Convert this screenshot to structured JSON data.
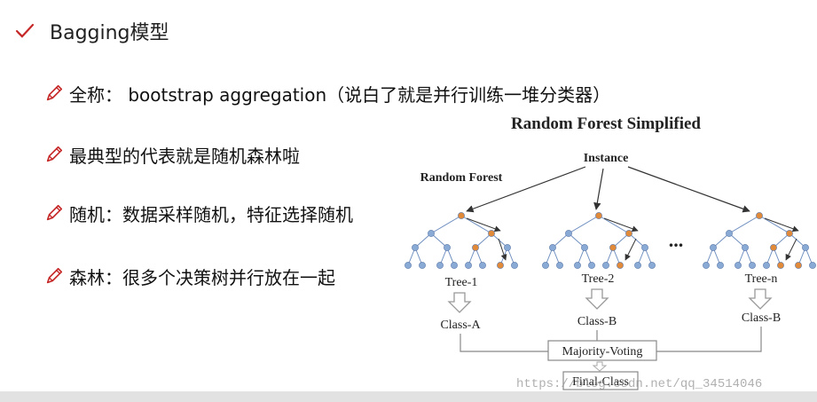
{
  "heading": {
    "title": "Bagging模型",
    "icon": "check-icon"
  },
  "bullets": [
    {
      "text": "全称： bootstrap aggregation（说白了就是并行训练一堆分类器）",
      "icon": "pencil-icon"
    },
    {
      "text": "最典型的代表就是随机森林啦",
      "icon": "pencil-icon"
    },
    {
      "text": "随机：数据采样随机，特征选择随机",
      "icon": "pencil-icon"
    },
    {
      "text": "森林：很多个决策树并行放在一起",
      "icon": "pencil-icon"
    }
  ],
  "diagram": {
    "title": "Random Forest Simplified",
    "instance_label": "Instance",
    "forest_label": "Random Forest",
    "ellipsis": "...",
    "trees": [
      {
        "label": "Tree-1",
        "class_label": "Class-A"
      },
      {
        "label": "Tree-2",
        "class_label": "Class-B"
      },
      {
        "label": "Tree-n",
        "class_label": "Class-B"
      }
    ],
    "voting_label": "Majority-Voting",
    "final_label": "Final-Class",
    "colors": {
      "node": "#8aaad6",
      "active": "#e08a3a",
      "accent": "#c62828"
    }
  },
  "watermark": "https://blog.csdn.net/qq_34514046"
}
